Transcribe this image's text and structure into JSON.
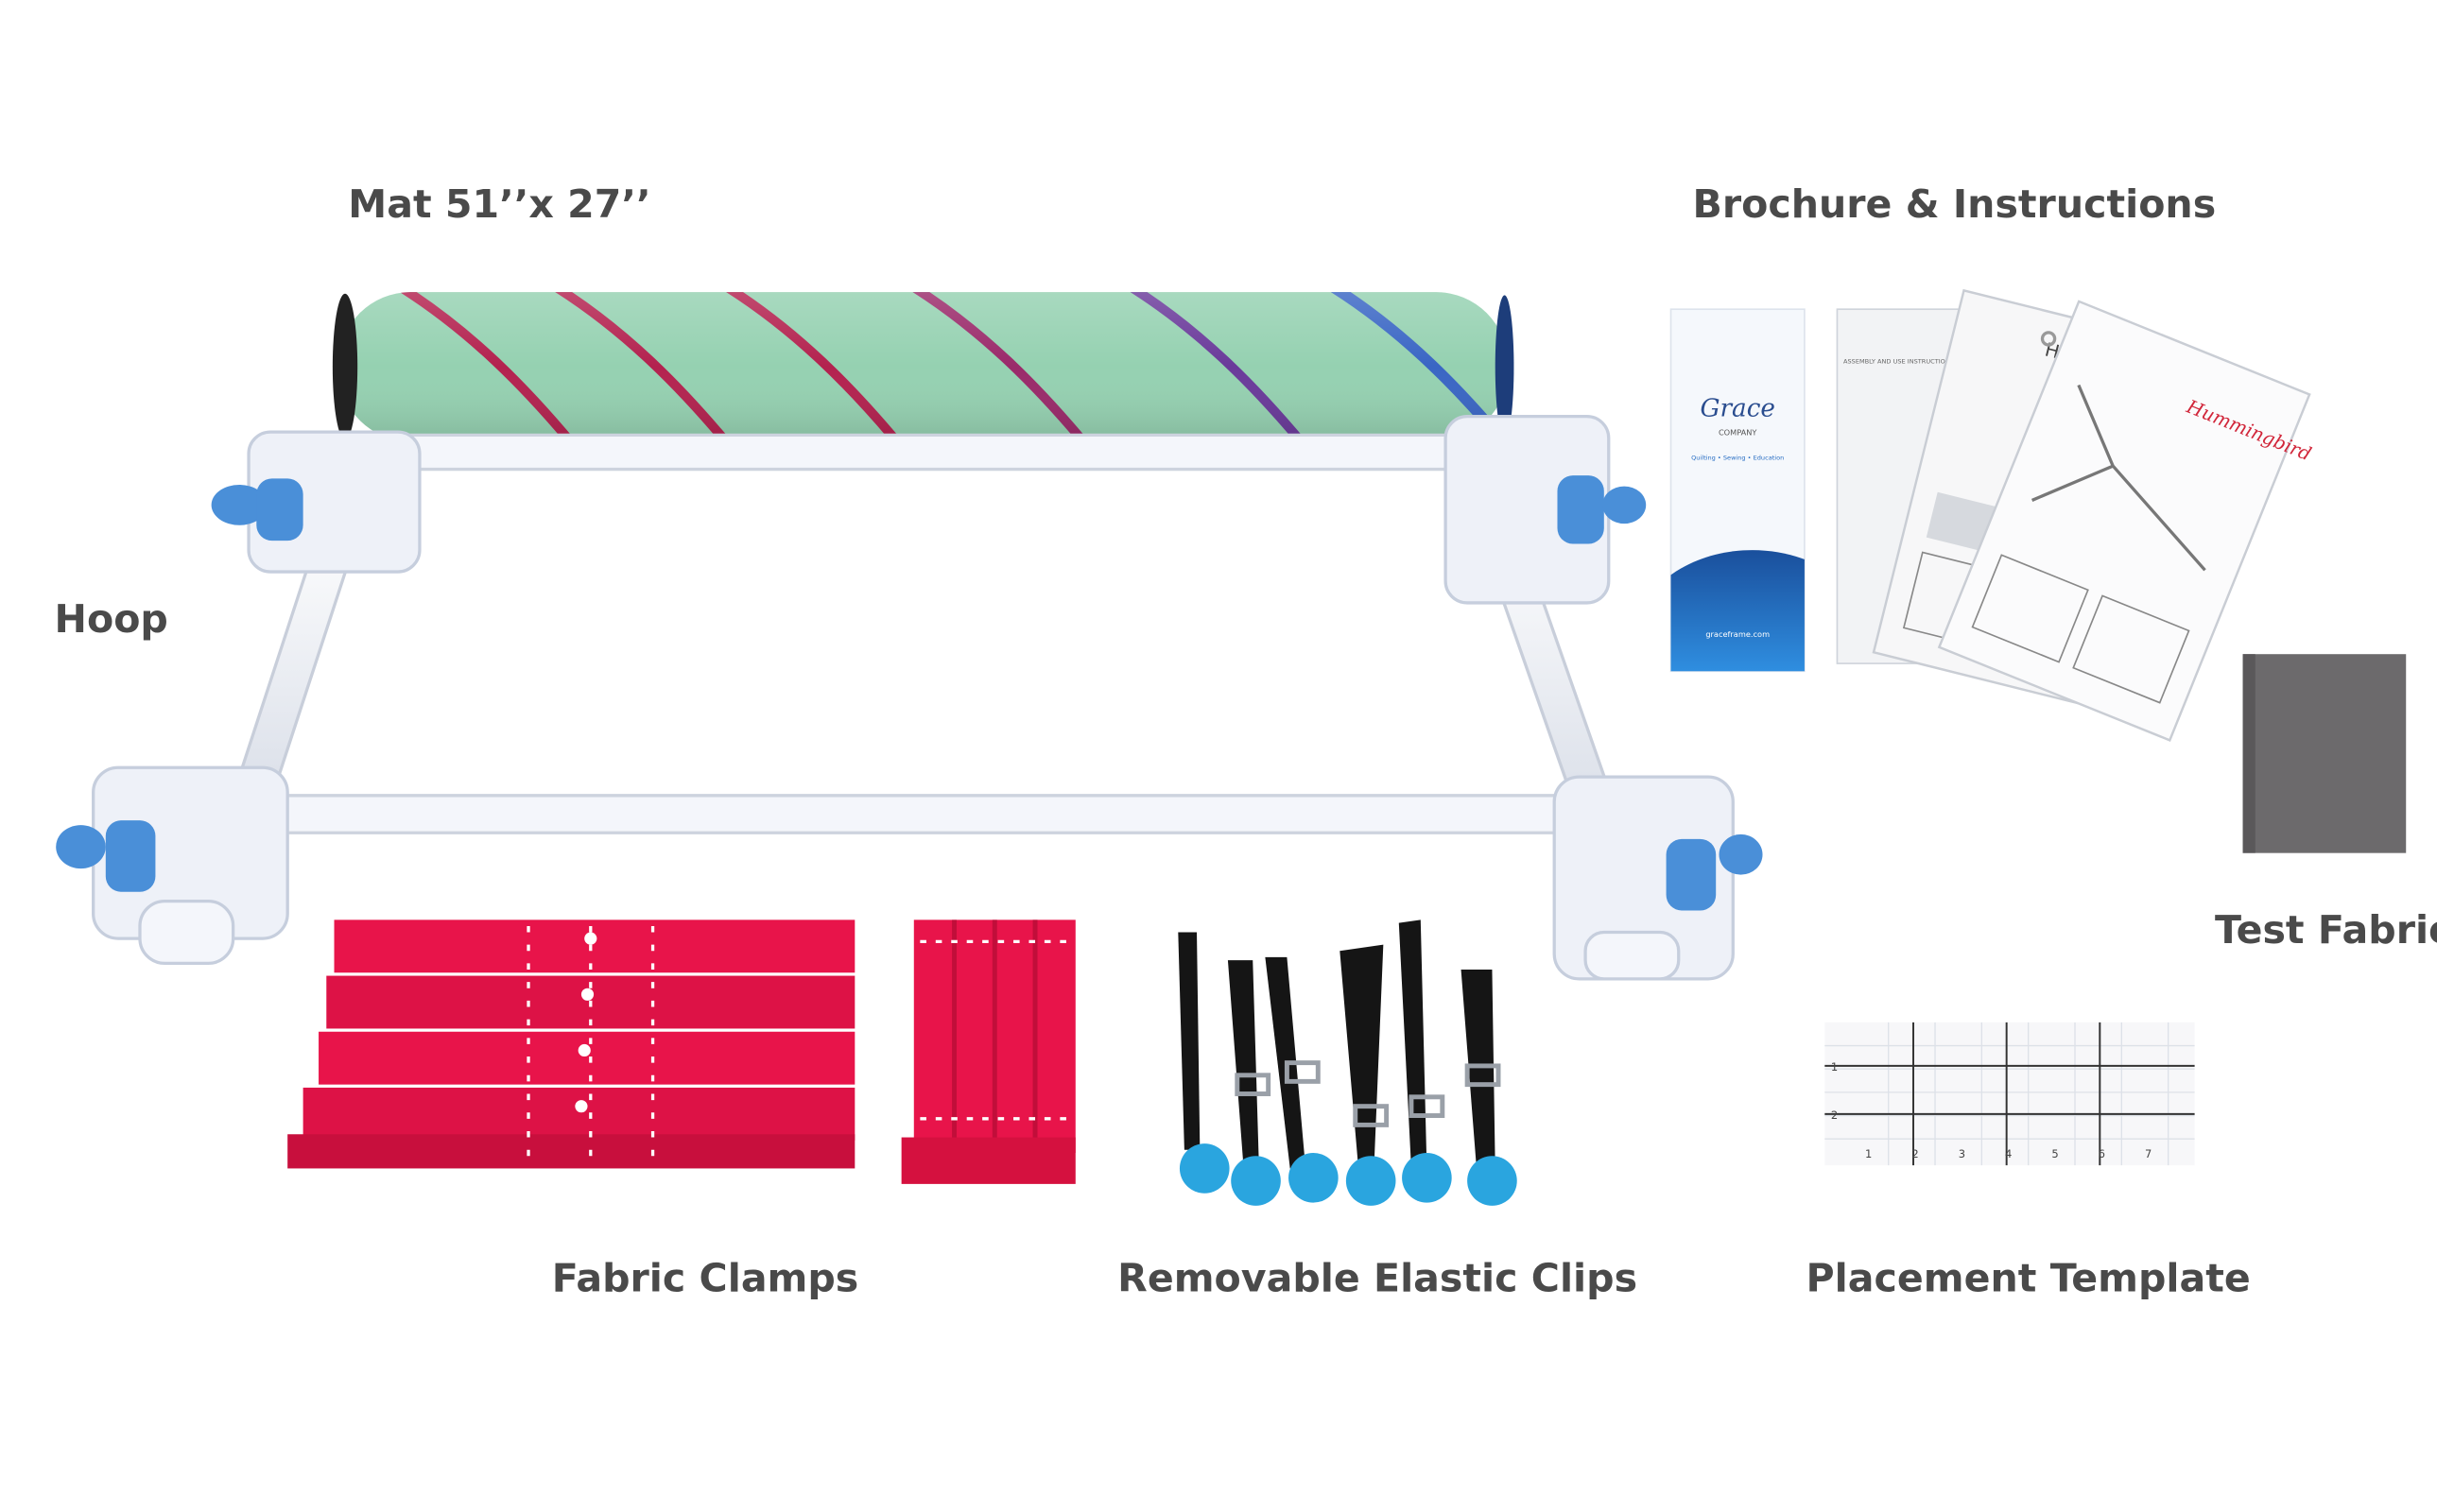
{
  "labels": {
    "mat": "Mat 51’’x 27’’",
    "brochure": "Brochure & Instructions",
    "hoop": "Hoop",
    "test_fabric": "Test Fabric",
    "fabric_clamps": "Fabric Clamps",
    "elastic_clips": "Removable Elastic Clips",
    "placement_template": "Placement Template"
  },
  "brochure_text": {
    "brand": "Grace",
    "company": "COMPANY",
    "tagline": "Quilting • Sewing • Education",
    "url": "graceframe.com",
    "instructions_heading": "ASSEMBLY AND USE INSTRUCTIONS",
    "product": "Hummingbird"
  },
  "template_ticks": {
    "horizontal": [
      "1",
      "2",
      "3",
      "4",
      "5",
      "6",
      "7"
    ],
    "vertical": [
      "1",
      "2"
    ]
  },
  "colors": {
    "label_text": "#4a4a4a",
    "mat": "#95d1b1",
    "mat_stripe": "#b3224f",
    "mat_stripe_blue": "#3a66c4",
    "hoop_tube": "#f4f6fb",
    "hoop_accent": "#4a8fd8",
    "clamp_red": "#e8144a",
    "strap_black": "#151515",
    "clip_blue": "#2aa5df",
    "test_fabric": "#6c6a6c",
    "brochure_blue": "#1e6fc4"
  }
}
